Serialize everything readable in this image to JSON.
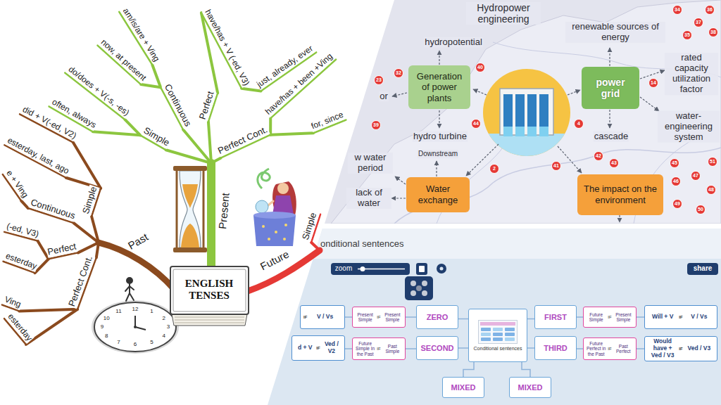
{
  "diagram": {
    "nodes": [
      {
        "text": [
          "ENGLISH TENSES"
        ]
      },
      {
        "text": [
          "Generation of power plants"
        ]
      },
      {
        "text": [
          "power grid"
        ]
      },
      {
        "text": [
          "Water exchange"
        ]
      },
      {
        "text": [
          "The impact on the environment"
        ]
      },
      {
        "text": [
          "IF",
          "V / Vs"
        ]
      },
      {
        "text": [
          "Present Simple",
          "IF",
          "Present Simple"
        ]
      },
      {
        "text": [
          "ZERO"
        ]
      },
      {
        "text": [
          "Conditional sentences"
        ]
      },
      {
        "text": [
          "FIRST"
        ]
      },
      {
        "text": [
          "Future Simple",
          "IF",
          "Present Simple"
        ]
      },
      {
        "text": [
          "Will + V",
          "IF",
          "V / Vs"
        ]
      },
      {
        "text": [
          "d + V",
          "IF",
          "Ved / V2"
        ]
      },
      {
        "text": [
          "Future Simple In the Past",
          "IF",
          "Past Simple"
        ]
      },
      {
        "text": [
          "SECOND"
        ]
      },
      {
        "text": [
          "THIRD"
        ]
      },
      {
        "text": [
          "Future Perfect in the Past",
          "IF",
          "Past Perfect"
        ]
      },
      {
        "text": [
          "Would have + Ved / V3",
          "IF",
          "Ved / V3"
        ]
      },
      {
        "text": [
          "MIXED"
        ]
      },
      {
        "text": [
          "MIXED"
        ]
      }
    ],
    "edges": [
      {
        "from": 8,
        "to": 7,
        "arrow": "none"
      },
      {
        "from": 7,
        "to": 6,
        "arrow": "none"
      },
      {
        "from": 6,
        "to": 5,
        "arrow": "none"
      },
      {
        "from": 8,
        "to": 14,
        "arrow": "none"
      },
      {
        "from": 14,
        "to": 13,
        "arrow": "none"
      },
      {
        "from": 13,
        "to": 12,
        "arrow": "none"
      },
      {
        "from": 8,
        "to": 9,
        "arrow": "none"
      },
      {
        "from": 9,
        "to": 10,
        "arrow": "none"
      },
      {
        "from": 10,
        "to": 11,
        "arrow": "none"
      },
      {
        "from": 8,
        "to": 15,
        "arrow": "none"
      },
      {
        "from": 15,
        "to": 16,
        "arrow": "none"
      },
      {
        "from": 16,
        "to": 17,
        "arrow": "none"
      },
      {
        "from": 8,
        "to": 18,
        "arrow": "none"
      },
      {
        "from": 8,
        "to": 19,
        "arrow": "none"
      }
    ],
    "labels": [
      "am/is/are + Ving",
      "now, at present",
      "have/has + V (-ed, V3)",
      "just, already, ever",
      "do/does + V(-s, -es)",
      "often, always",
      "Continuous",
      "Perfect",
      "Simple",
      "Perfect Cont.",
      "have/has + been +Ving",
      "for, since",
      "did + V(-ed, V2)",
      "esterday, last, ago",
      "e + Ving",
      "Simple",
      "Continuous",
      "Present",
      "Past",
      "(-ed, V3)",
      "Perfect",
      "esterday",
      "Future",
      "Simple",
      "Ving",
      "Perfect Cont.",
      "esterday",
      "12",
      "1",
      "2",
      "3",
      "4",
      "5",
      "6",
      "7",
      "8",
      "9",
      "10",
      "11",
      "Hydropower engineering",
      "hydropotential",
      "renewable sources of energy",
      "rated capacity utilization factor",
      "or",
      "water-engineering system",
      "hydro turbine",
      "cascade",
      "Downstream",
      "w water period",
      "lack of water",
      "34",
      "36",
      "37",
      "38",
      "35",
      "32",
      "39",
      "40",
      "44",
      "14",
      "4",
      "2",
      "41",
      "42",
      "43",
      "45",
      "46",
      "47",
      "48",
      "49",
      "50",
      "51",
      "23",
      "onditional sentences",
      "zoom",
      "share"
    ]
  }
}
